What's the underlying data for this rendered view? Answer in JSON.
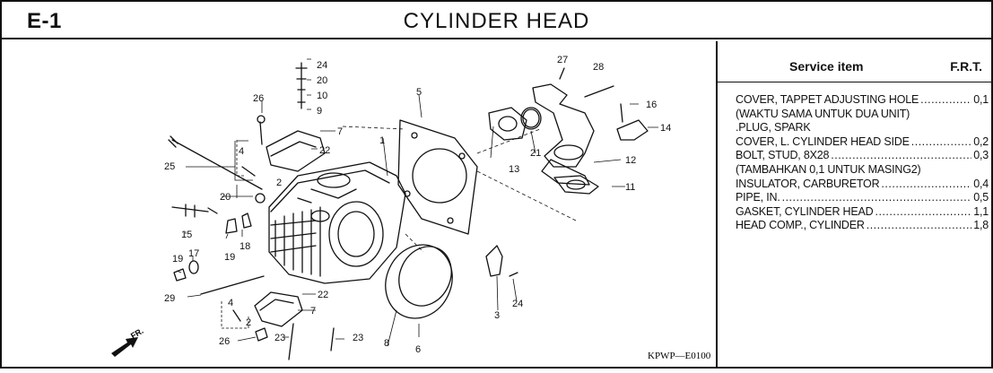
{
  "header": {
    "code": "E-1",
    "title": "CYLINDER HEAD"
  },
  "panel": {
    "service_label": "Service item",
    "frt_label": "F.R.T.",
    "items": [
      {
        "label": "COVER, TAPPET ADJUSTING HOLE",
        "value": "0,1"
      },
      {
        "label": "(WAKTU SAMA UNTUK DUA UNIT)",
        "value": ""
      },
      {
        "label": ".PLUG, SPARK",
        "value": ""
      },
      {
        "label": "COVER, L. CYLINDER HEAD SIDE",
        "value": "0,2"
      },
      {
        "label": "BOLT, STUD, 8X28",
        "value": "0,3"
      },
      {
        "label": "(TAMBAHKAN 0,1 UNTUK MASING2)",
        "value": ""
      },
      {
        "label": "INSULATOR, CARBURETOR",
        "value": "0,4"
      },
      {
        "label": "PIPE, IN.",
        "value": "0,5"
      },
      {
        "label": "GASKET, CYLINDER HEAD",
        "value": "1,1"
      },
      {
        "label": "HEAD COMP., CYLINDER",
        "value": "1,8"
      }
    ]
  },
  "diagram": {
    "caption": "KPWP—E0100",
    "fr_label": "FR.",
    "callouts": [
      "1",
      "2",
      "2",
      "3",
      "4",
      "4",
      "5",
      "6",
      "7",
      "7",
      "8",
      "9",
      "10",
      "11",
      "12",
      "13",
      "14",
      "15",
      "16",
      "17",
      "18",
      "19",
      "19",
      "20",
      "20",
      "21",
      "22",
      "22",
      "23",
      "23",
      "24",
      "24",
      "25",
      "26",
      "26",
      "27",
      "28",
      "29"
    ]
  },
  "colors": {
    "ink": "#111111",
    "paper": "#ffffff"
  }
}
